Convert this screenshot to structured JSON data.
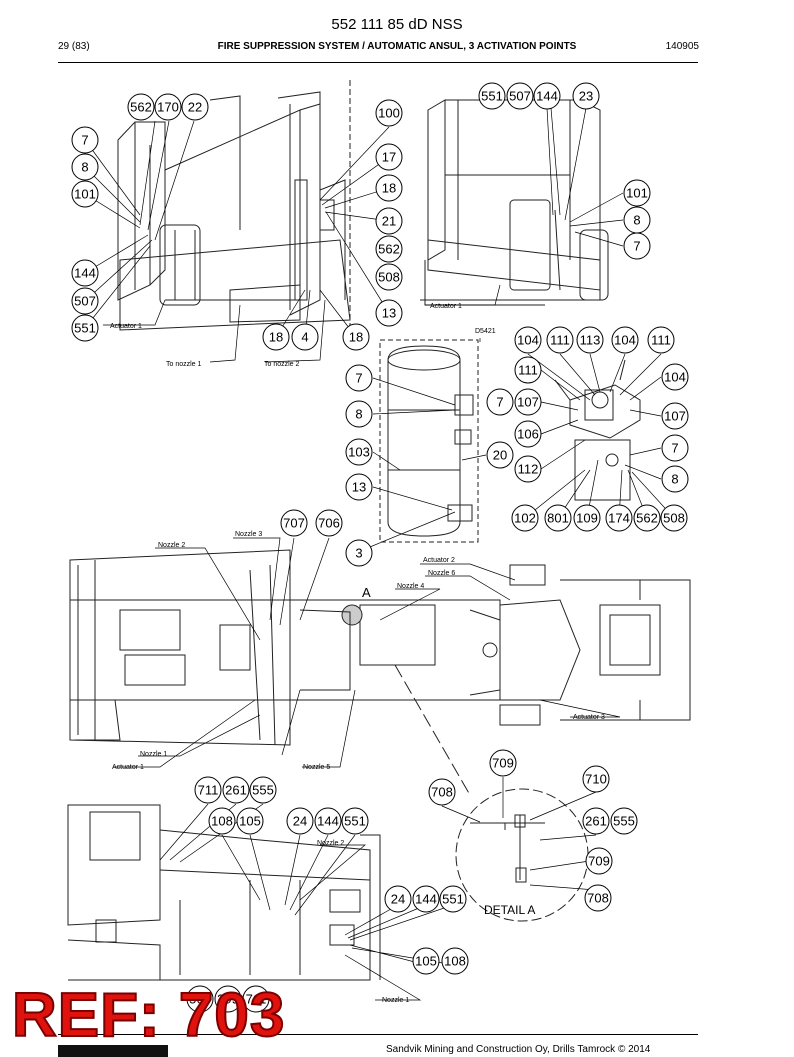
{
  "header": {
    "document_number": "552 111 85 dD NSS",
    "page": "29 (83)",
    "title": "FIRE SUPPRESSION SYSTEM / AUTOMATIC ANSUL, 3 ACTIVATION POINTS",
    "date": "140905"
  },
  "callouts": [
    "562",
    "170",
    "22",
    "7",
    "8",
    "101",
    "144",
    "507",
    "551",
    "100",
    "17",
    "18",
    "21",
    "562",
    "508",
    "13",
    "18",
    "4",
    "18",
    "551",
    "507",
    "144",
    "23",
    "101",
    "8",
    "7",
    "104",
    "111",
    "113",
    "104",
    "111",
    "111",
    "104",
    "7",
    "107",
    "107",
    "106",
    "7",
    "112",
    "8",
    "102",
    "801",
    "109",
    "174",
    "562",
    "508",
    "7",
    "8",
    "103",
    "20",
    "13",
    "3",
    "707",
    "706",
    "709",
    "710",
    "708",
    "261",
    "555",
    "709",
    "708",
    "711",
    "261",
    "555",
    "108",
    "105",
    "24",
    "144",
    "551",
    "24",
    "144",
    "551",
    "105",
    "108",
    "560",
    "399",
    "711"
  ],
  "drawing_labels": {
    "actuator_1_a": "Actuator 1",
    "to_nozzle_1": "To nozzle 1",
    "to_nozzle_2": "To nozzle 2",
    "actuator_1_b": "Actuator 1",
    "code_d5421": "D5421",
    "nozzle_2": "Nozzle 2",
    "nozzle_3": "Nozzle 3",
    "actuator_2": "Actuator 2",
    "nozzle_6": "Nozzle 6",
    "nozzle_4": "Nozzle 4",
    "marker_a": "A",
    "nozzle_1": "Nozzle 1",
    "actuator_1_c": "Actuator 1",
    "nozzle_5": "Nozzle 5",
    "actuator_3": "Actuator 3",
    "nozzle_2_b": "Nozzle 2",
    "nozzle_1_b": "Nozzle 1",
    "detail_a": "DETAIL A"
  },
  "stamp": {
    "text": "REF: 703",
    "color": "#e0120e"
  },
  "footer": {
    "copyright": "Sandvik Mining and Construction Oy, Drills Tamrock © 2014"
  }
}
